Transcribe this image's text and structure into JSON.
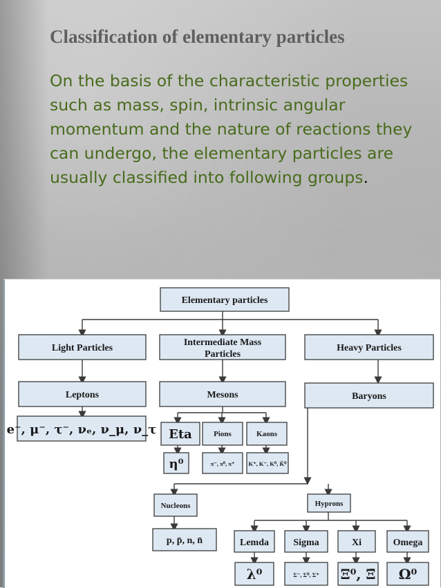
{
  "slide": {
    "title": "Classification of elementary particles",
    "body": "On the basis of the characteristic properties such as mass, spin, intrinsic angular momentum and the nature of reactions they can undergo, the elementary particles are usually classified into following groups",
    "body_end": "."
  },
  "diagram": {
    "root": "Elementary particles",
    "light": "Light Particles",
    "intermediate_line1": "Intermediate Mass",
    "intermediate_line2": "Particles",
    "heavy": "Heavy Particles",
    "leptons": "Leptons",
    "mesons": "Mesons",
    "baryons": "Baryons",
    "lepton_members": "e⁻, μ⁻, τ⁻, νₑ, ν_μ, ν_τ",
    "eta": "Eta",
    "pions": "Pions",
    "kaons": "Kaons",
    "eta_members": "η⁰",
    "pion_members": "π⁻, π⁰, π⁺",
    "kaon_members": "K⁺, K⁻, K⁰, K̄⁰",
    "nucleons": "Nucleons",
    "hyperons": "Hyprons",
    "nucleon_members": "p, p̄, n, n̄",
    "lemda": "Lemda",
    "sigma": "Sigma",
    "xi": "Xi",
    "omega": "Omega",
    "lemda_members": "λ⁰",
    "sigma_members": "Σ⁻, Σ⁰, Σ⁺",
    "xi_members": "Ξ⁰, Ξ̄",
    "omega_members": "Ω⁰"
  }
}
